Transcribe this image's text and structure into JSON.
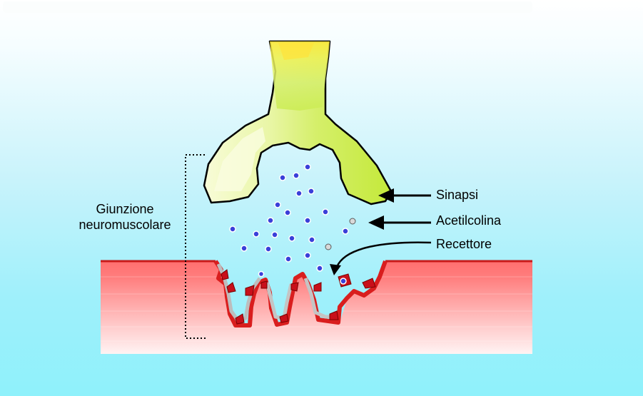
{
  "diagram": {
    "labels": {
      "junction_line1": "Giunzione",
      "junction_line2": "neuromuscolare",
      "synapse": "Sinapsi",
      "acetylcholine": "Acetilcolina",
      "receptor": "Recettore"
    },
    "colors": {
      "terminal_light": "#f7fbd0",
      "terminal_mid": "#d9f27a",
      "terminal_dark": "#c6ea3a",
      "axon_yellow": "#fff23a",
      "muscle_top": "#ff7b7b",
      "muscle_mid": "#ffb3b3",
      "muscle_bottom": "#fff0f0",
      "membrane_red": "#d91e1e",
      "vesicle_blue": "#3a3fd9",
      "receptor_red": "#c8101a",
      "background_cyan": "#8ff1fb"
    }
  }
}
